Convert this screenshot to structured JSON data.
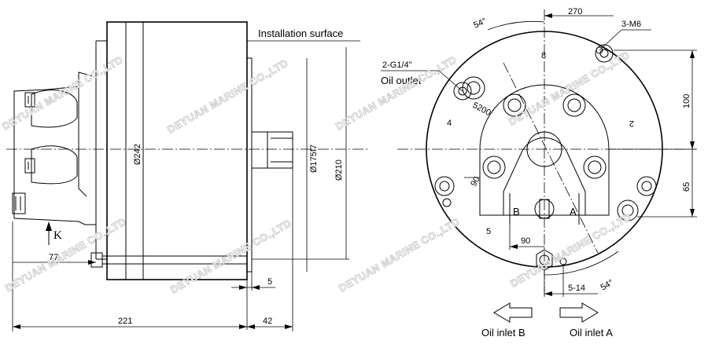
{
  "watermark": "DEYUAN MARINE CO.,LTD",
  "side_view": {
    "installation_surface": "Installation surface",
    "k_label": "K",
    "dims": {
      "d242": "Ø242",
      "d175": "Ø175f7",
      "d210": "Ø210",
      "l77": "77",
      "l5": "5",
      "l221": "221",
      "l42": "42"
    }
  },
  "front_view": {
    "oil_outlet_port": "2-G1/4\"",
    "oil_outlet": "Oil outlet",
    "bolts": "3-M6",
    "ang_54_top": "54°",
    "ang_54_bottom": "54°",
    "d270": "270",
    "d200": "5200",
    "d100": "100",
    "d65": "65",
    "d90_vertical": "90",
    "d90_horizontal": "90",
    "d5_14": "5-14",
    "port_b": "B",
    "port_a": "A",
    "num_8": "8",
    "num_4": "4",
    "num_2": "2",
    "num_5": "5",
    "oil_inlet_b": "Oil inlet B",
    "oil_inlet_a": "Oil inlet A"
  }
}
